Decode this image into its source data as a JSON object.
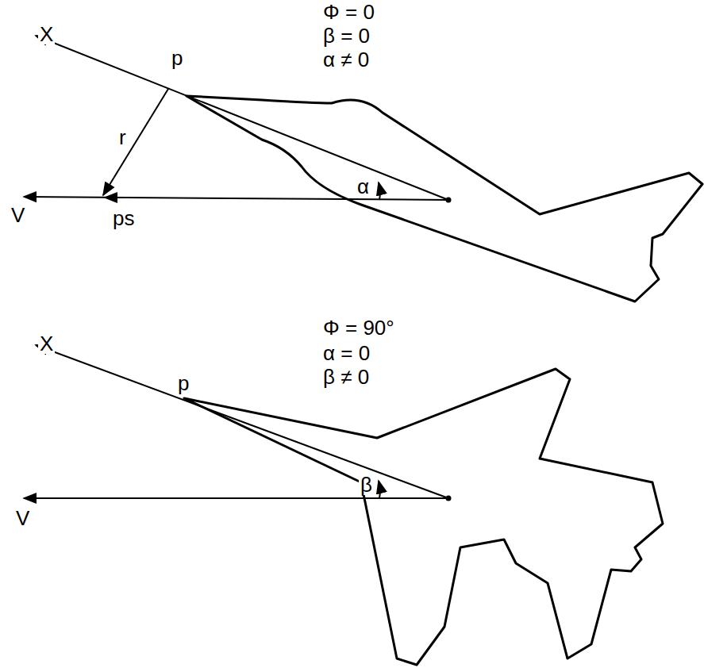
{
  "diagram": {
    "labels": [
      "X",
      "p",
      "Φ = 0",
      "β = 0",
      "α ≠ 0",
      "r",
      "V",
      "ps",
      "α",
      "X",
      "p",
      "Φ = 90°",
      "α = 0",
      "β ≠ 0",
      "β",
      "V"
    ]
  }
}
